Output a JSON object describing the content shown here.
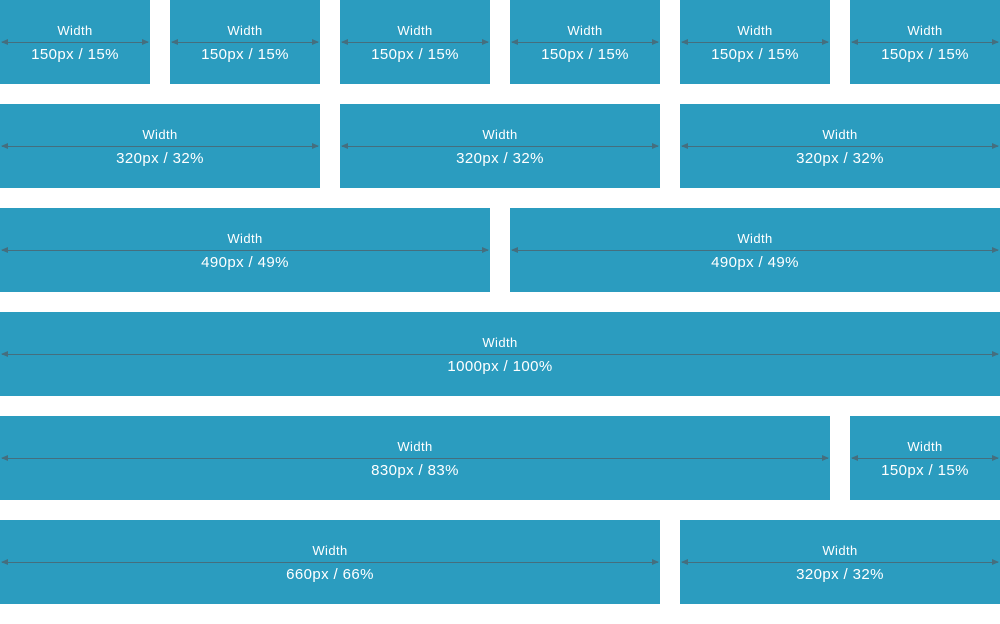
{
  "colors": {
    "box_bg": "#2B9CBF",
    "arrow_line": "#456E7E",
    "text": "#FFFFFF",
    "page_bg": "#FFFFFF"
  },
  "rows": [
    {
      "boxes": [
        {
          "label": "Width",
          "size": "150px / 15%"
        },
        {
          "label": "Width",
          "size": "150px / 15%"
        },
        {
          "label": "Width",
          "size": "150px / 15%"
        },
        {
          "label": "Width",
          "size": "150px / 15%"
        },
        {
          "label": "Width",
          "size": "150px / 15%"
        },
        {
          "label": "Width",
          "size": "150px / 15%"
        }
      ]
    },
    {
      "boxes": [
        {
          "label": "Width",
          "size": "320px / 32%"
        },
        {
          "label": "Width",
          "size": "320px / 32%"
        },
        {
          "label": "Width",
          "size": "320px / 32%"
        }
      ]
    },
    {
      "boxes": [
        {
          "label": "Width",
          "size": "490px / 49%"
        },
        {
          "label": "Width",
          "size": "490px / 49%"
        }
      ]
    },
    {
      "boxes": [
        {
          "label": "Width",
          "size": "1000px / 100%"
        }
      ]
    },
    {
      "boxes": [
        {
          "label": "Width",
          "size": "830px / 83%"
        },
        {
          "label": "Width",
          "size": "150px / 15%"
        }
      ]
    },
    {
      "boxes": [
        {
          "label": "Width",
          "size": "660px / 66%"
        },
        {
          "label": "Width",
          "size": "320px / 32%"
        }
      ]
    }
  ]
}
